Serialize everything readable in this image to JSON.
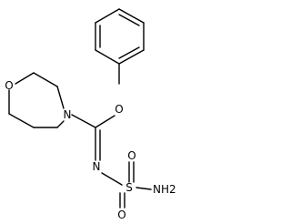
{
  "molecule": {
    "atoms": {
      "ring_oxygen": "O",
      "morpholine_nitrogen": "N",
      "ester_oxygen": "O",
      "imine_nitrogen": "N",
      "sulfur": "S",
      "sulfonyl_oxygen_top": "O",
      "sulfonyl_oxygen_bottom": "O",
      "amine": "NH2"
    },
    "colors": {
      "bond": "#000000",
      "text": "#000000",
      "background": "#ffffff"
    }
  }
}
